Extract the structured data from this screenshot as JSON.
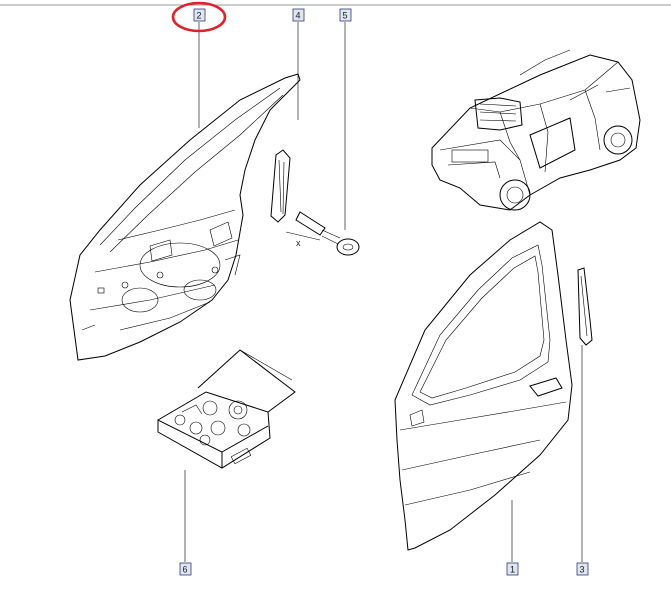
{
  "diagram": {
    "callouts": [
      {
        "id": "1",
        "label": "1"
      },
      {
        "id": "2",
        "label": "2"
      },
      {
        "id": "3",
        "label": "3"
      },
      {
        "id": "4",
        "label": "4"
      },
      {
        "id": "5",
        "label": "5"
      },
      {
        "id": "6",
        "label": "6"
      }
    ],
    "axis_mark": "x",
    "highlight": {
      "target": "2",
      "color": "#e0202a"
    },
    "colors": {
      "callout_fill": "#dfe6ee",
      "callout_stroke": "#2d3a7a",
      "line": "#000000"
    }
  }
}
